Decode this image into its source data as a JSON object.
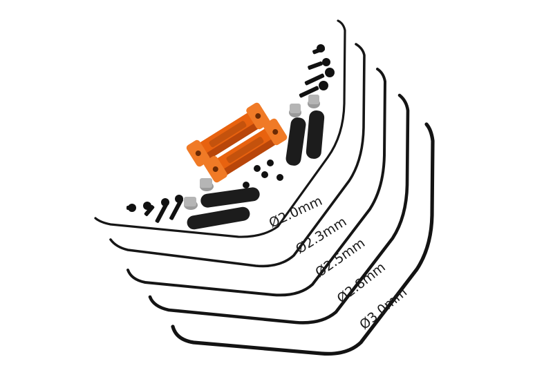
{
  "product_photo": {
    "colors": {
      "background": "#ffffff",
      "bar": "#141414",
      "mount": "#e8620f",
      "mount_shade": "#b8460a",
      "link": "#1c1c1c",
      "ball": "#9a9a9a",
      "screw": "#111111"
    },
    "bars": [
      {
        "label": "Ø2.0mm"
      },
      {
        "label": "Ø2.3mm"
      },
      {
        "label": "Ø2.5mm"
      },
      {
        "label": "Ø2.8mm"
      },
      {
        "label": "Ø3.0mm"
      }
    ]
  }
}
